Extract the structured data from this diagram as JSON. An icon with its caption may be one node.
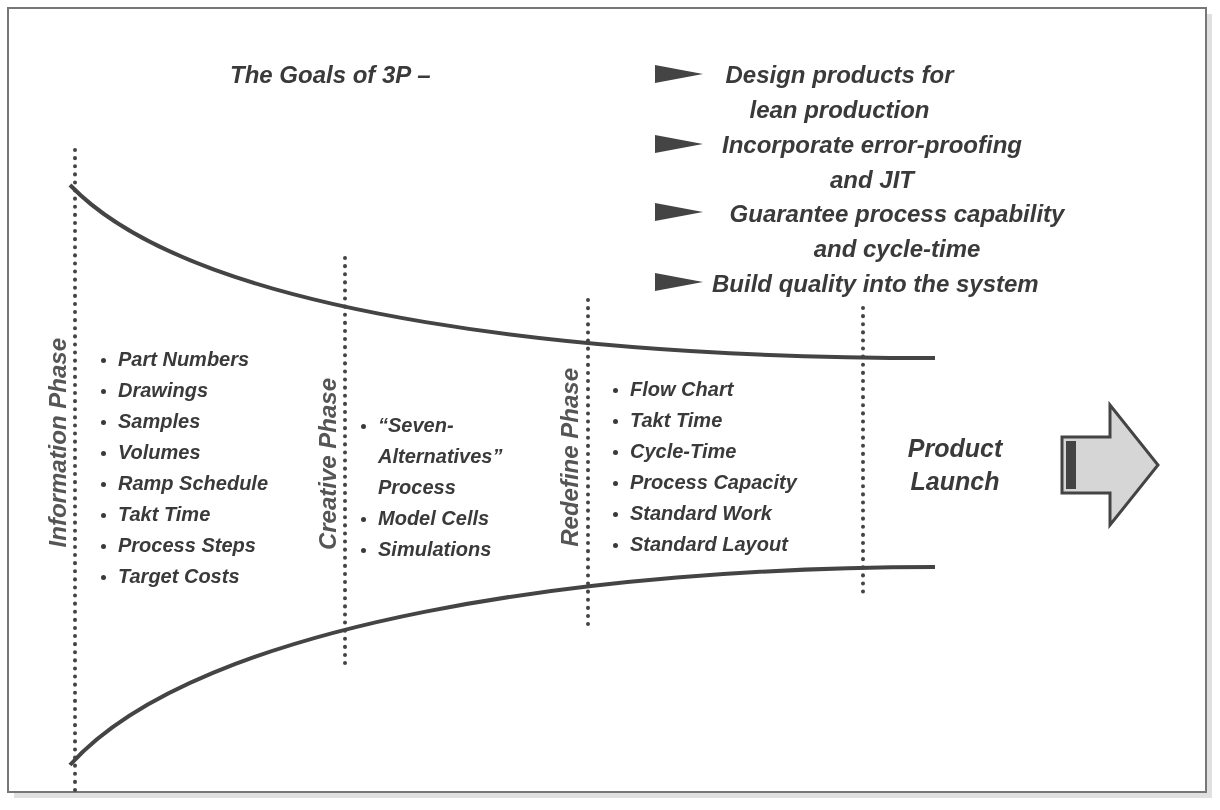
{
  "diagram": {
    "title": "The Goals of 3P –",
    "labels": [
      "Design products for lean production",
      "Incorporate error-proofing and JIT",
      "Guarantee process capability and cycle-time",
      "Build quality into the system",
      "Information Phase",
      "Part Numbers",
      "Drawings",
      "Samples",
      "Volumes",
      "Ramp Schedule",
      "Takt Time",
      "Process Steps",
      "Target Costs",
      "Creative Phase",
      "“Seven-Alternatives” Process",
      "Model Cells",
      "Simulations",
      "Redefine Phase",
      "Flow Chart",
      "Takt Time",
      "Cycle-Time",
      "Process Capacity",
      "Standard Work",
      "Standard Layout",
      "Product Launch"
    ]
  }
}
